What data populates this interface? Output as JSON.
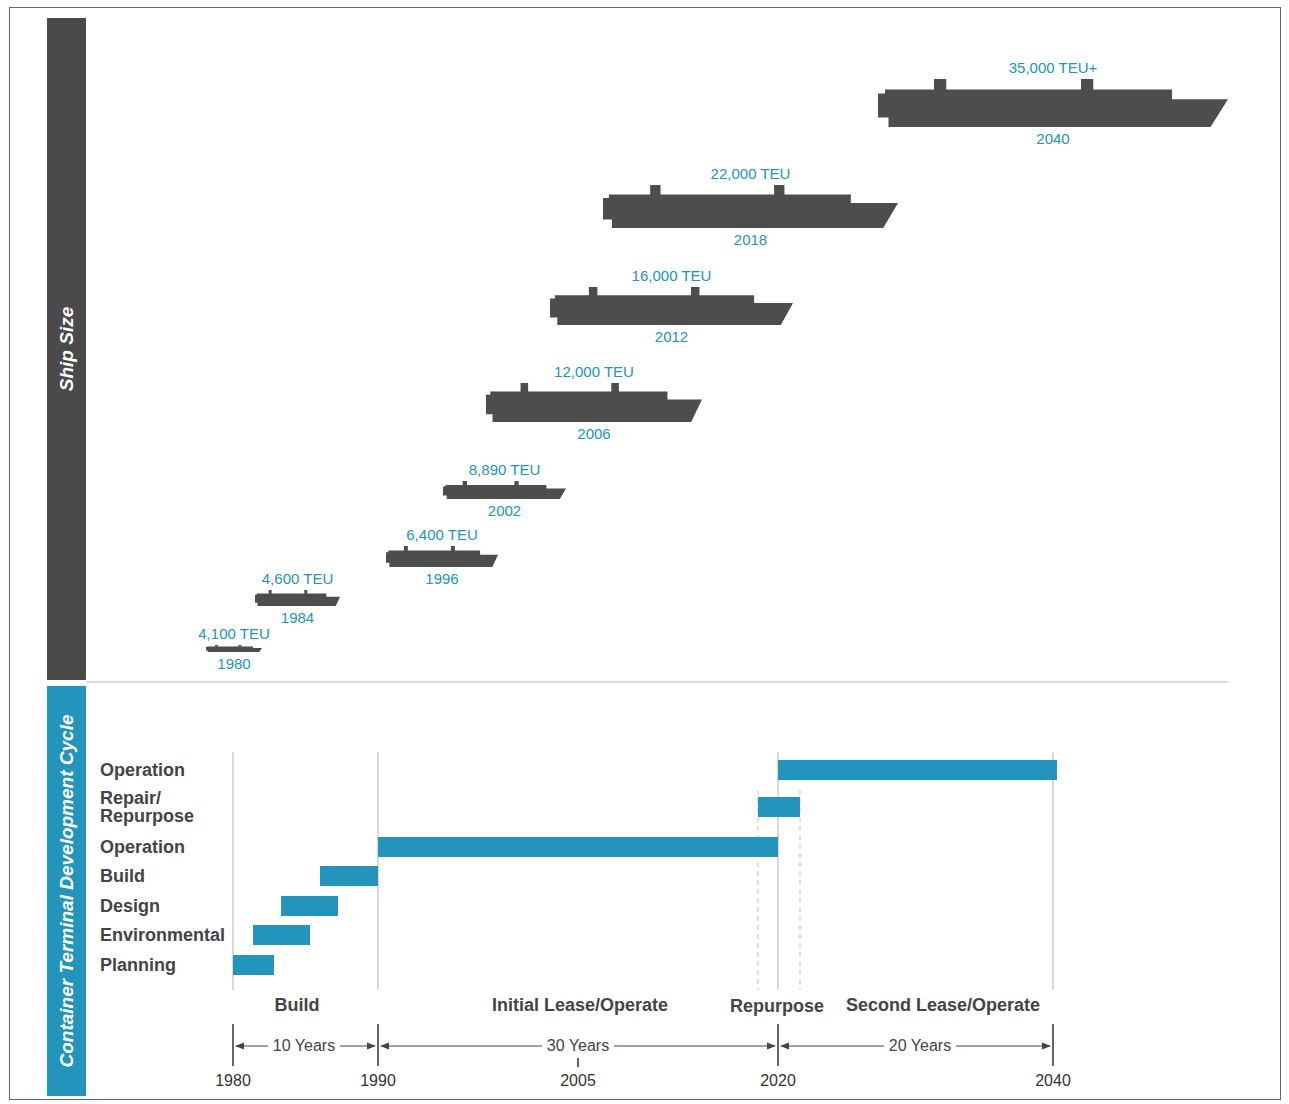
{
  "diagram": {
    "nodes": [
      {
        "text": [
          "Ship Size"
        ]
      },
      {
        "text": [
          "Container Terminal Development Cycle"
        ]
      }
    ],
    "labels": [
      "35,000 TEU+",
      "2040",
      "22,000 TEU",
      "2018",
      "16,000 TEU",
      "2012",
      "12,000 TEU",
      "2006",
      "8,890 TEU",
      "2002",
      "6,400 TEU",
      "1996",
      "4,600 TEU",
      "1984",
      "4,100 TEU",
      "1980",
      "Operation",
      "Repair/ Repurpose",
      "Operation",
      "Build",
      "Design",
      "Environmental",
      "Planning",
      "Build",
      "Initial Lease/Operate",
      "Repurpose",
      "Second Lease/Operate",
      "10 Years",
      "30 Years",
      "20 Years",
      "1980",
      "1990",
      "2005",
      "2020",
      "2040"
    ]
  }
}
